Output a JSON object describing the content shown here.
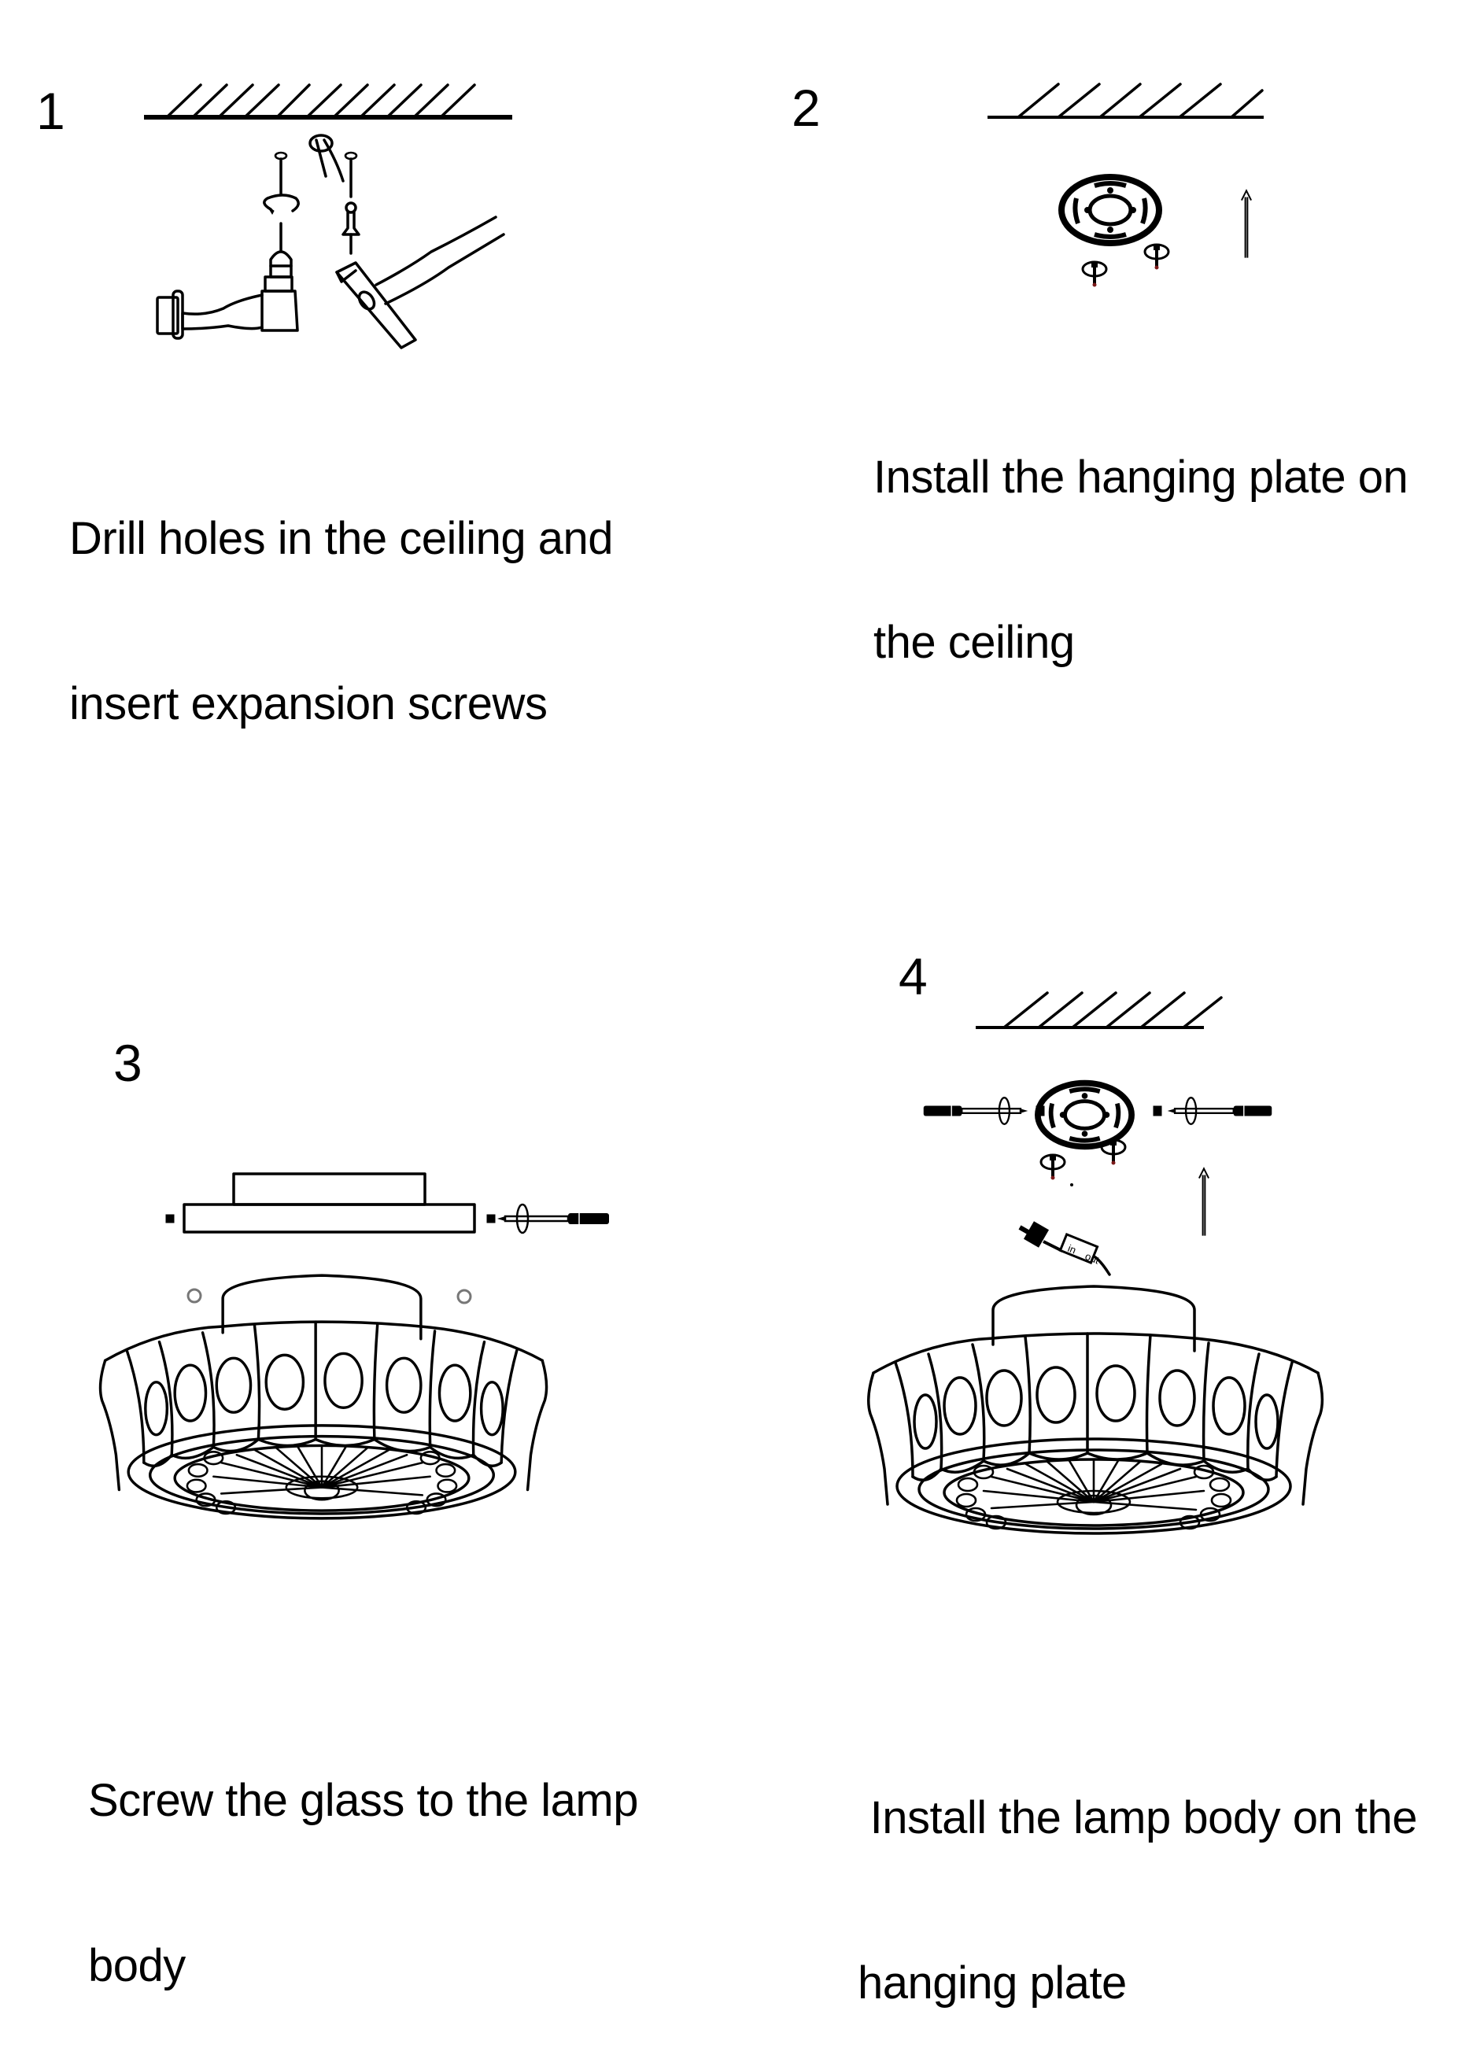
{
  "document": {
    "type": "installation instructions",
    "steps": [
      {
        "number": "1",
        "lines": [
          "Drill holes in the ceiling and",
          "insert expansion screws"
        ],
        "illustration": [
          "ceiling-icon",
          "drill-icon",
          "expansion-screw-icon",
          "hammer-icon",
          "rotate-arrow-icon"
        ]
      },
      {
        "number": "2",
        "lines": [
          "Install the hanging plate on",
          "the ceiling"
        ],
        "illustration": [
          "ceiling-icon",
          "hanging-plate-icon",
          "screw-icon",
          "up-arrow-icon"
        ]
      },
      {
        "number": "3",
        "lines": [
          "Screw the glass to the lamp",
          "body"
        ],
        "illustration": [
          "glass-plate-icon",
          "screw-icon",
          "screwdriver-icon",
          "lamp-body-icon"
        ]
      },
      {
        "number": "4",
        "lines": [
          " Install the lamp body on the",
          "hanging plate"
        ],
        "illustration": [
          "ceiling-icon",
          "hanging-plate-icon",
          "screwdriver-icon",
          "connector-icon",
          "up-arrow-icon",
          "lamp-body-icon"
        ]
      }
    ],
    "connector_labels": {
      "in": "in",
      "out": "out"
    }
  }
}
